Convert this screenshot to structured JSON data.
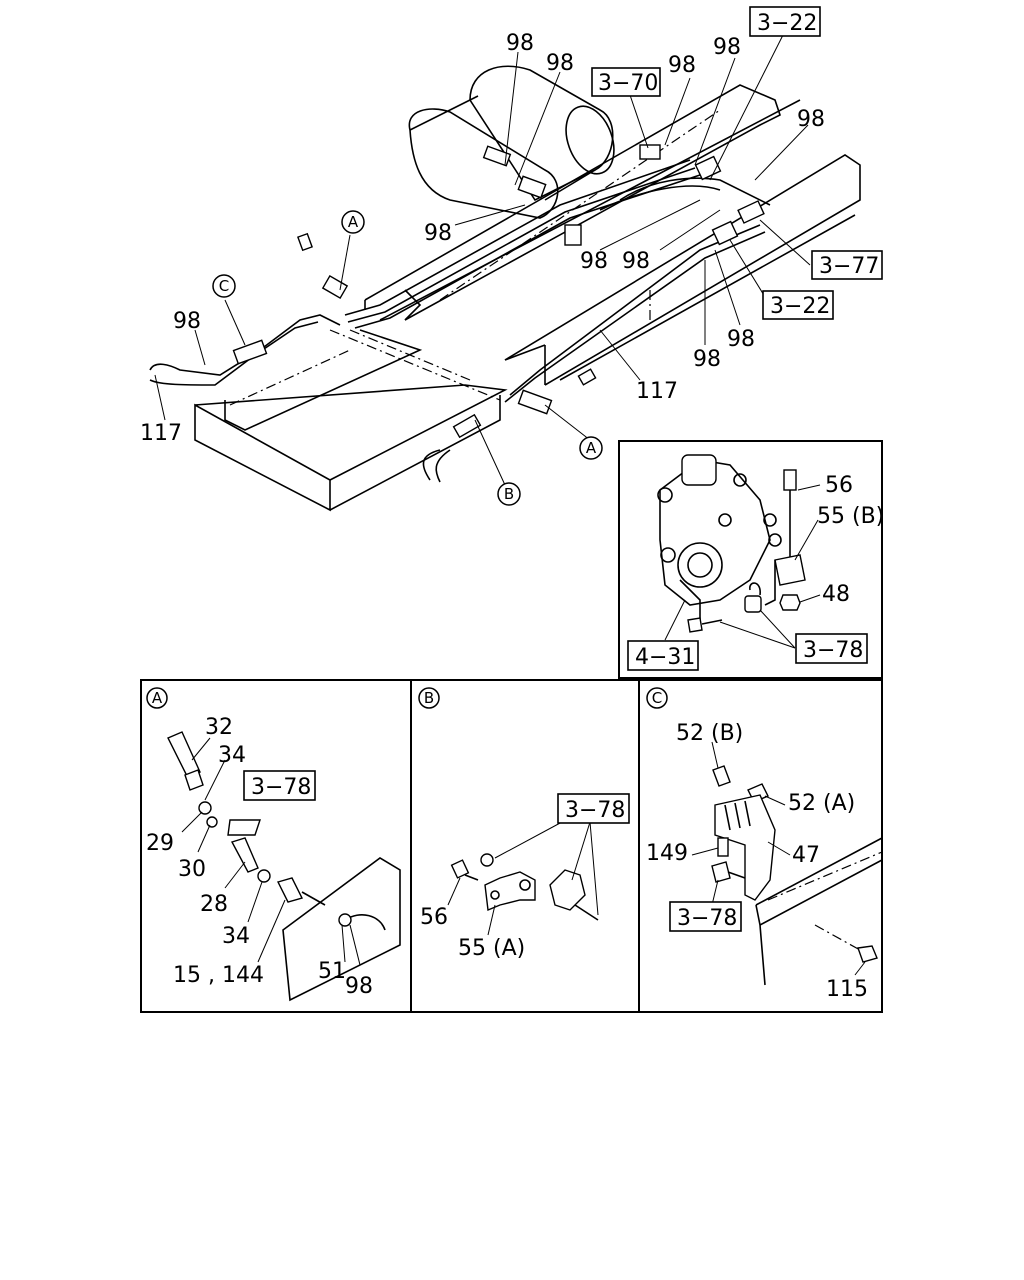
{
  "labels": {
    "n98": "98",
    "n117": "117",
    "n56": "56",
    "n55b": "55 (B)",
    "n48": "48",
    "n32": "32",
    "n34": "34",
    "n29": "29",
    "n30": "30",
    "n28": "28",
    "n15_144": "15 , 144",
    "n51": "51",
    "n55a": "55 (A)",
    "n52b": "52 (B)",
    "n52a": "52 (A)",
    "n149": "149",
    "n47": "47",
    "n115": "115"
  },
  "refs": {
    "r3_22": "3−22",
    "r3_70": "3−70",
    "r3_77": "3−77",
    "r4_31": "4−31",
    "r3_78": "3−78"
  },
  "markers": {
    "a": "A",
    "b": "B",
    "c": "C"
  }
}
